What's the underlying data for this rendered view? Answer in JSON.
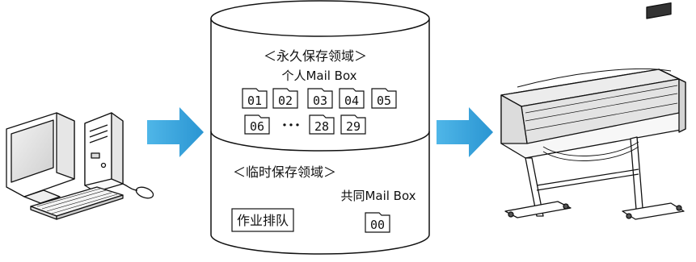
{
  "storage": {
    "permanent_area": {
      "title": "＜永久保存领域＞",
      "personal_label": "个人Mail Box",
      "boxes_row1": [
        "01",
        "02",
        "03",
        "04",
        "05"
      ],
      "boxes_row2": [
        "06",
        "28",
        "29"
      ],
      "ellipsis": "･･･"
    },
    "temporary_area": {
      "title": "＜临时保存领域＞",
      "shared_label": "共同Mail Box",
      "queue_label": "作业排队",
      "shared_box": "00"
    }
  },
  "icons": {
    "left": "desktop-computer-icon",
    "right": "large-format-printer-icon",
    "arrows": "right-arrow-icon"
  },
  "colors": {
    "arrow": "#3aa6dd",
    "outline": "#111111",
    "background": "#ffffff"
  }
}
